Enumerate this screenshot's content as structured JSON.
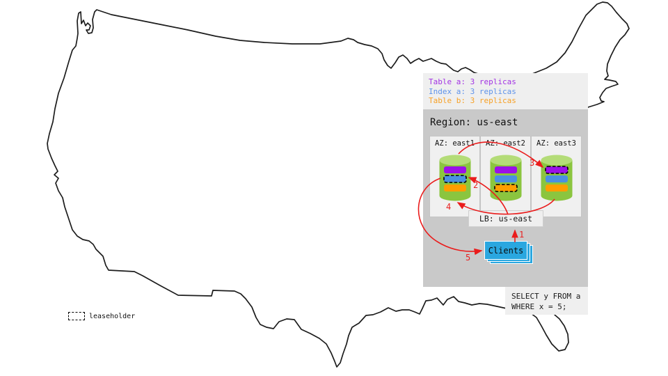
{
  "colors": {
    "table_a": "#9b10e8",
    "index_a": "#4a90e2",
    "table_b": "#ff9e00",
    "arrow_red": "#ea1c1c",
    "cylinder_body": "#8bc53f",
    "cylinder_top": "#b4dc78",
    "clients_blue": "#2aa7e0",
    "region_bg": "#c9c9c9",
    "panel_bg": "#efefef"
  },
  "legend": {
    "items": [
      {
        "label": "Table a: 3 replicas",
        "series": "table-a"
      },
      {
        "label": "Index a: 3 replicas",
        "series": "index-a"
      },
      {
        "label": "Table b: 3 replicas",
        "series": "table-b"
      }
    ]
  },
  "region": {
    "title": "Region: us-east",
    "azs": [
      {
        "label": "AZ: east1",
        "replicas": [
          {
            "name": "table-a",
            "leaseholder": false
          },
          {
            "name": "index-a",
            "leaseholder": true
          },
          {
            "name": "table-b",
            "leaseholder": false
          }
        ]
      },
      {
        "label": "AZ: east2",
        "replicas": [
          {
            "name": "table-a",
            "leaseholder": false
          },
          {
            "name": "index-a",
            "leaseholder": false
          },
          {
            "name": "table-b",
            "leaseholder": true
          }
        ]
      },
      {
        "label": "AZ: east3",
        "replicas": [
          {
            "name": "table-a",
            "leaseholder": true
          },
          {
            "name": "index-a",
            "leaseholder": false
          },
          {
            "name": "table-b",
            "leaseholder": false
          }
        ]
      }
    ]
  },
  "lb": {
    "label": "LB: us-east"
  },
  "clients": {
    "label": "Clients"
  },
  "steps": [
    "1",
    "2",
    "3",
    "4",
    "5"
  ],
  "sql": {
    "line1": "SELECT y FROM a",
    "line2": "WHERE x = 5;"
  },
  "map_key": {
    "label": "leaseholder"
  }
}
